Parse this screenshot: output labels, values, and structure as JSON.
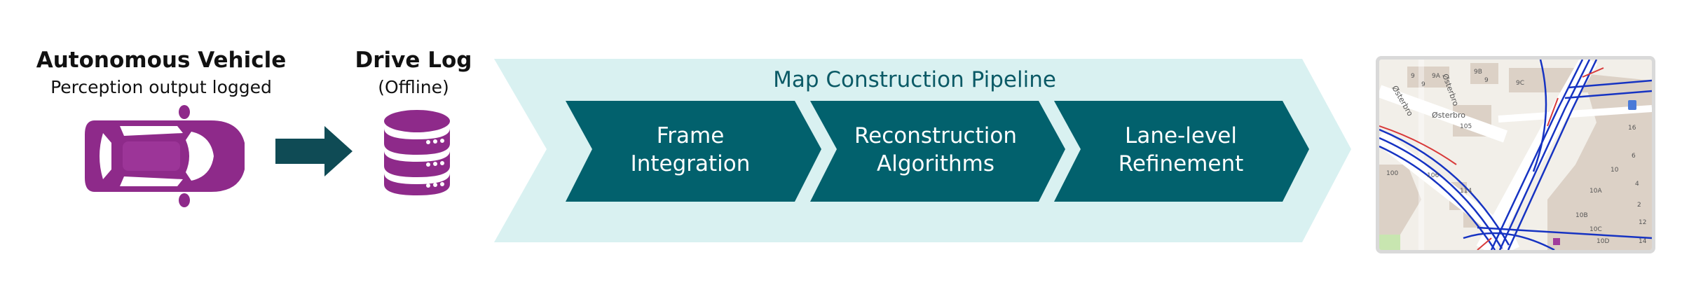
{
  "vehicle": {
    "title": "Autonomous Vehicle",
    "subtitle": "Perception output logged",
    "icon": "car-icon"
  },
  "drivelog": {
    "title": "Drive Log",
    "subtitle": "(Offline)",
    "icon": "database-icon"
  },
  "pipeline": {
    "title": "Map Construction Pipeline",
    "stages": [
      {
        "line1": "Frame",
        "line2": "Integration"
      },
      {
        "line1": "Reconstruction",
        "line2": "Algorithms"
      },
      {
        "line1": "Lane-level",
        "line2": "Refinement"
      }
    ]
  },
  "map": {
    "street_labels": [
      "Østerbro",
      "Østerbro",
      "Østerbro"
    ],
    "house_numbers": [
      "9",
      "9A",
      "9",
      "9B",
      "9",
      "9C",
      "105",
      "100",
      "106",
      "114",
      "10",
      "10A",
      "10B",
      "10C",
      "10D",
      "16",
      "6",
      "4",
      "2",
      "12",
      "14"
    ]
  },
  "colors": {
    "accent_purple": "#8e2a8a",
    "arrow_teal": "#0f4b55",
    "stage_teal": "#02616d",
    "pipeline_bg": "#d9f1f1",
    "route_blue": "#1633c2",
    "route_red": "#d83a3a"
  }
}
